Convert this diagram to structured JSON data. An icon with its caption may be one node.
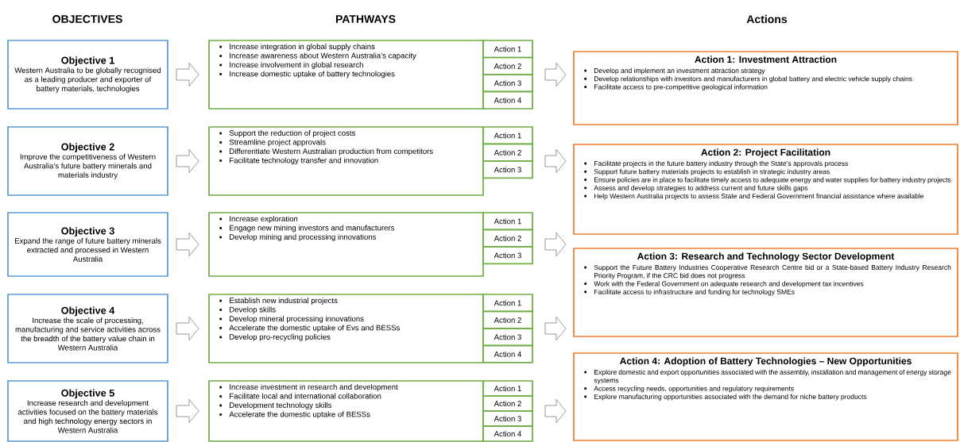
{
  "diagram": {
    "nodes": [
      {
        "text": [
          "Objective 1",
          "Western Australia to be globally recognised as a leading producer and exporter of battery materials, technologies"
        ]
      },
      {
        "text": [
          "Objective 2",
          "Improve the competitiveness of Western Australia’s future battery minerals and materials industry"
        ]
      },
      {
        "text": [
          "Objective 3",
          "Expand the range of future battery minerals extracted and processed in Western Australia"
        ]
      },
      {
        "text": [
          "Objective 4",
          "Increase the scale of processing, manufacturing and service activities across the breadth of the battery value chain in Western Australia"
        ]
      },
      {
        "text": [
          "Objective 5",
          "Increase research and development activities focused on the battery materials and high technology energy sectors in Western Australia"
        ]
      },
      {
        "text": [
          "Increase integration in global supply chains",
          "Increase awareness about Western Australia’s capacity",
          "Increase involvement in global research",
          "Increase domestic uptake of battery technologies"
        ]
      },
      {
        "text": [
          "Support the reduction of project costs",
          "Streamline project approvals",
          "Differentiate Western Australian production from competitors",
          "Facilitate technology transfer and innovation"
        ]
      },
      {
        "text": [
          "Increase exploration",
          "Engage new mining investors and manufacturers",
          "Develop mining and processing innovations"
        ]
      },
      {
        "text": [
          "Establish new industrial projects",
          "Develop skills",
          "Develop mineral processing innovations",
          "Accelerate the domestic uptake of Evs and BESSs",
          "Develop pro-recycling policies"
        ]
      },
      {
        "text": [
          "Increase investment in research and development",
          "Facilitate local and international collaboration",
          "Development technology skills",
          "Accelerate the domestic uptake of BESSs"
        ]
      },
      {
        "text": [
          "Action 1"
        ]
      },
      {
        "text": [
          "Action 2"
        ]
      },
      {
        "text": [
          "Action 3"
        ]
      },
      {
        "text": [
          "Action 4"
        ]
      },
      {
        "text": [
          "Action 1"
        ]
      },
      {
        "text": [
          "Action 2"
        ]
      },
      {
        "text": [
          "Action 3"
        ]
      },
      {
        "text": [
          "Action 1"
        ]
      },
      {
        "text": [
          "Action 2"
        ]
      },
      {
        "text": [
          "Action 3"
        ]
      },
      {
        "text": [
          "Action 1"
        ]
      },
      {
        "text": [
          "Action 2"
        ]
      },
      {
        "text": [
          "Action 3"
        ]
      },
      {
        "text": [
          "Action 4"
        ]
      },
      {
        "text": [
          "Action 1"
        ]
      },
      {
        "text": [
          "Action 2"
        ]
      },
      {
        "text": [
          "Action 3"
        ]
      },
      {
        "text": [
          "Action 4"
        ]
      },
      {
        "text": [
          "Action 1: Investment Attraction",
          "Develop and implement an investment attraction strategy",
          "Develop relationships with investors and manufacturers in global battery and electric vehicle supply chains",
          "Facilitate access to pre-competitive geological information"
        ]
      },
      {
        "text": [
          "Action 2: Project Facilitation",
          "Facilitate projects in the future battery industry through the State’s approvals process",
          "Support future battery materials projects to establish in strategic industry areas",
          "Ensure policies are in place to facilitate timely access to adequate energy and water supplies for battery industry projects",
          "Assess and develop strategies to address current and future skills gaps",
          "Help Western Australia projects to assess State and Federal Government financial assistance where available"
        ]
      },
      {
        "text": [
          "Action 3: Research and Technology Sector Development",
          "Support the Future Battery Industries Cooperative Research Centre bid or a State-based Battery Industry Research Priority Program, if the CRC bid does not progress",
          "Work with the Federal Government on adequate research and development tax incentives",
          "Facilitate access to infrastructure and funding for technology SMEs"
        ]
      },
      {
        "text": [
          "Action 4: Adoption of Battery Technologies – New Opportunities",
          "Explore domestic and export opportunities associated with the assembly, installation and management of energy storage systems",
          "Access recycling needs, opportunities and regulatory requirements",
          "Explore manufacturing opportunities associated with the demand for niche battery products"
        ]
      }
    ],
    "edges": [
      {
        "from": 0,
        "to": 5,
        "arrow": "to"
      },
      {
        "from": 1,
        "to": 6,
        "arrow": "to"
      },
      {
        "from": 2,
        "to": 7,
        "arrow": "to"
      },
      {
        "from": 3,
        "to": 8,
        "arrow": "to"
      },
      {
        "from": 4,
        "to": 9,
        "arrow": "to"
      },
      {
        "from": null,
        "to": 28,
        "arrow": "to"
      },
      {
        "from": null,
        "to": 29,
        "arrow": "to"
      },
      {
        "from": null,
        "to": 30,
        "arrow": "to"
      },
      {
        "from": null,
        "to": 30,
        "arrow": "to"
      },
      {
        "from": null,
        "to": 31,
        "arrow": "to"
      }
    ],
    "labels": [
      "OBJECTIVES",
      "PATHWAYS",
      "Actions"
    ]
  }
}
